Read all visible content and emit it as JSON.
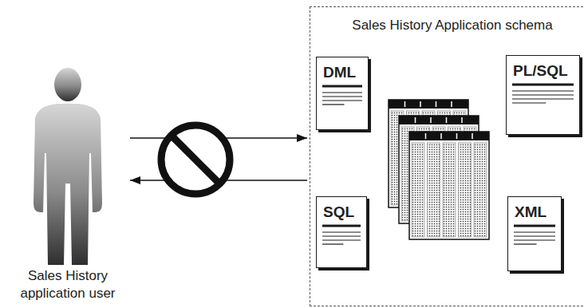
{
  "diagram": {
    "nodes": [
      {
        "text": [
          "Sales History application user"
        ]
      },
      {
        "text": [
          "Sales History Application schema"
        ]
      },
      {
        "text": [
          "DML"
        ],
        "in": 1
      },
      {
        "text": [
          "PL/SQL"
        ],
        "in": 1
      },
      {
        "text": [
          "SQL"
        ],
        "in": 1
      },
      {
        "text": [
          "XML"
        ],
        "in": 1
      }
    ],
    "edges": [
      {
        "from": 0,
        "to": 1,
        "arrow": "to"
      },
      {
        "from": 1,
        "to": 0,
        "arrow": "to"
      }
    ]
  }
}
